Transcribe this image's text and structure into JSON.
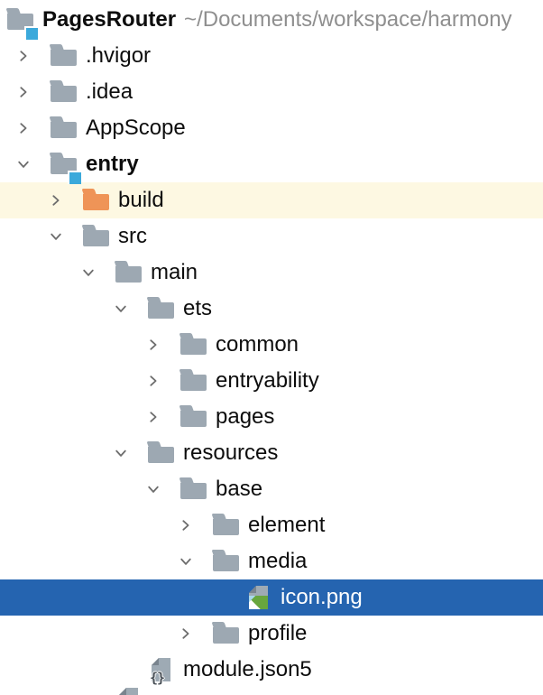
{
  "colors": {
    "selection_bg": "#2564B0",
    "highlight_bg": "#FDF8E2",
    "folder_gray": "#9DA8B2",
    "folder_orange": "#EF9457",
    "module_badge_blue": "#3BA9DB",
    "chevron_gray": "#6D6D6D",
    "label_color": "#0D0D0D",
    "selected_label_color": "#FFFFFF",
    "path_color": "#8F8F8F",
    "file_gray": "#9EAAB4",
    "file_fold_gray": "#79848E",
    "image_thumb_green": "#68A63E"
  },
  "icons": {
    "json_badge_text": "{}"
  },
  "project_tree": {
    "items": [
      {
        "label": "PagesRouter",
        "path_suffix": "~/Documents/workspace/harmony",
        "level": 0,
        "icon": "project",
        "chevron": "none",
        "bold": true,
        "highlight": null
      },
      {
        "label": ".hvigor",
        "level": 1,
        "icon": "folder",
        "chevron": "collapsed",
        "bold": false,
        "highlight": null
      },
      {
        "label": ".idea",
        "level": 1,
        "icon": "folder",
        "chevron": "collapsed",
        "bold": false,
        "highlight": null
      },
      {
        "label": "AppScope",
        "level": 1,
        "icon": "folder",
        "chevron": "collapsed",
        "bold": false,
        "highlight": null
      },
      {
        "label": "entry",
        "level": 1,
        "icon": "module",
        "chevron": "expanded",
        "bold": true,
        "highlight": null
      },
      {
        "label": "build",
        "level": 2,
        "icon": "folder",
        "icon_color": "orange",
        "chevron": "collapsed",
        "bold": false,
        "highlight": "build"
      },
      {
        "label": "src",
        "level": 2,
        "icon": "folder",
        "chevron": "expanded",
        "bold": false,
        "highlight": null
      },
      {
        "label": "main",
        "level": 3,
        "icon": "folder",
        "chevron": "expanded",
        "bold": false,
        "highlight": null
      },
      {
        "label": "ets",
        "level": 4,
        "icon": "folder",
        "chevron": "expanded",
        "bold": false,
        "highlight": null
      },
      {
        "label": "common",
        "level": 5,
        "icon": "folder",
        "chevron": "collapsed",
        "bold": false,
        "highlight": null
      },
      {
        "label": "entryability",
        "level": 5,
        "icon": "folder",
        "chevron": "collapsed",
        "bold": false,
        "highlight": null
      },
      {
        "label": "pages",
        "level": 5,
        "icon": "folder",
        "chevron": "collapsed",
        "bold": false,
        "highlight": null
      },
      {
        "label": "resources",
        "level": 4,
        "icon": "folder",
        "chevron": "expanded",
        "bold": false,
        "highlight": null
      },
      {
        "label": "base",
        "level": 5,
        "icon": "folder",
        "chevron": "expanded",
        "bold": false,
        "highlight": null
      },
      {
        "label": "element",
        "level": 6,
        "icon": "folder",
        "chevron": "collapsed",
        "bold": false,
        "highlight": null
      },
      {
        "label": "media",
        "level": 6,
        "icon": "folder",
        "chevron": "expanded",
        "bold": false,
        "highlight": null
      },
      {
        "label": "icon.png",
        "level": 7,
        "icon": "image-file",
        "chevron": "none",
        "bold": false,
        "highlight": "selected"
      },
      {
        "label": "profile",
        "level": 6,
        "icon": "folder",
        "chevron": "collapsed",
        "bold": false,
        "highlight": null
      },
      {
        "label": "module.json5",
        "level": 4,
        "icon": "json5-file",
        "chevron": "none",
        "bold": false,
        "highlight": null
      },
      {
        "label": "",
        "level": 3,
        "icon": "file",
        "chevron": "none",
        "bold": false,
        "highlight": null,
        "partial": true
      }
    ]
  }
}
